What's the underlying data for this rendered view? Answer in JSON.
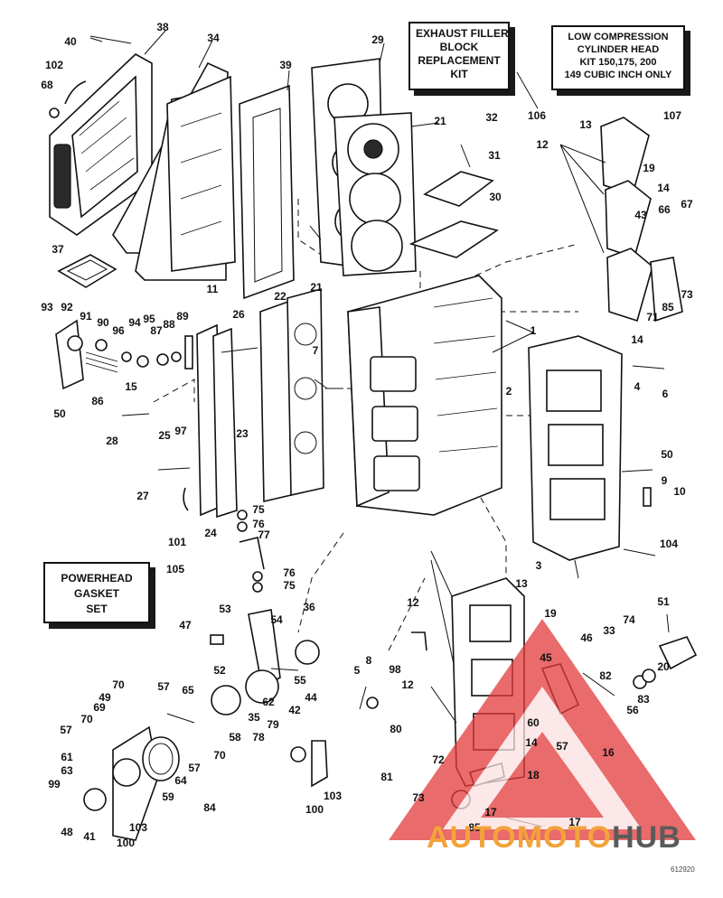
{
  "kits": {
    "exhaust": [
      "EXHAUST FILLER",
      "BLOCK",
      "REPLACEMENT",
      "KIT"
    ],
    "low_compression": [
      "LOW COMPRESSION",
      "CYLINDER HEAD",
      "KIT 150,175, 200",
      "149 CUBIC INCH ONLY"
    ],
    "powerhead_gasket": [
      "POWERHEAD",
      "GASKET",
      "SET"
    ]
  },
  "callouts": [
    {
      "id": "c40",
      "label": "40"
    },
    {
      "id": "c38",
      "label": "38"
    },
    {
      "id": "c34",
      "label": "34"
    },
    {
      "id": "c29",
      "label": "29"
    },
    {
      "id": "c102",
      "label": "102"
    },
    {
      "id": "c68",
      "label": "68"
    },
    {
      "id": "c39",
      "label": "39"
    },
    {
      "id": "c21a",
      "label": "21"
    },
    {
      "id": "c32",
      "label": "32"
    },
    {
      "id": "c106",
      "label": "106"
    },
    {
      "id": "c107",
      "label": "107"
    },
    {
      "id": "c13a",
      "label": "13"
    },
    {
      "id": "c12a",
      "label": "12"
    },
    {
      "id": "c19a",
      "label": "19"
    },
    {
      "id": "c31",
      "label": "31"
    },
    {
      "id": "c14a",
      "label": "14"
    },
    {
      "id": "c30",
      "label": "30"
    },
    {
      "id": "c43",
      "label": "43"
    },
    {
      "id": "c66",
      "label": "66"
    },
    {
      "id": "c67",
      "label": "67"
    },
    {
      "id": "c37",
      "label": "37"
    },
    {
      "id": "c11",
      "label": "11"
    },
    {
      "id": "c73a",
      "label": "73"
    },
    {
      "id": "c85a",
      "label": "85"
    },
    {
      "id": "c71",
      "label": "71"
    },
    {
      "id": "c14b",
      "label": "14"
    },
    {
      "id": "c93",
      "label": "93"
    },
    {
      "id": "c92",
      "label": "92"
    },
    {
      "id": "c91",
      "label": "91"
    },
    {
      "id": "c90",
      "label": "90"
    },
    {
      "id": "c94",
      "label": "94"
    },
    {
      "id": "c95",
      "label": "95"
    },
    {
      "id": "c89",
      "label": "89"
    },
    {
      "id": "c96",
      "label": "96"
    },
    {
      "id": "c87",
      "label": "87"
    },
    {
      "id": "c88",
      "label": "88"
    },
    {
      "id": "c26",
      "label": "26"
    },
    {
      "id": "c22",
      "label": "22"
    },
    {
      "id": "c21b",
      "label": "21"
    },
    {
      "id": "c1",
      "label": "1"
    },
    {
      "id": "c7",
      "label": "7"
    },
    {
      "id": "c6",
      "label": "6"
    },
    {
      "id": "c2",
      "label": "2"
    },
    {
      "id": "c4",
      "label": "4"
    },
    {
      "id": "c86",
      "label": "86"
    },
    {
      "id": "c15",
      "label": "15"
    },
    {
      "id": "c50a",
      "label": "50"
    },
    {
      "id": "c28",
      "label": "28"
    },
    {
      "id": "c25",
      "label": "25"
    },
    {
      "id": "c97",
      "label": "97"
    },
    {
      "id": "c23",
      "label": "23"
    },
    {
      "id": "c50b",
      "label": "50"
    },
    {
      "id": "c9",
      "label": "9"
    },
    {
      "id": "c10",
      "label": "10"
    },
    {
      "id": "c27",
      "label": "27"
    },
    {
      "id": "c75a",
      "label": "75"
    },
    {
      "id": "c76a",
      "label": "76"
    },
    {
      "id": "c77",
      "label": "77"
    },
    {
      "id": "c101",
      "label": "101"
    },
    {
      "id": "c24",
      "label": "24"
    },
    {
      "id": "c104",
      "label": "104"
    },
    {
      "id": "c3",
      "label": "3"
    },
    {
      "id": "c105",
      "label": "105"
    },
    {
      "id": "c76b",
      "label": "76"
    },
    {
      "id": "c75b",
      "label": "75"
    },
    {
      "id": "c13b",
      "label": "13"
    },
    {
      "id": "c12b",
      "label": "12"
    },
    {
      "id": "c36",
      "label": "36"
    },
    {
      "id": "c53",
      "label": "53"
    },
    {
      "id": "c19b",
      "label": "19"
    },
    {
      "id": "c51",
      "label": "51"
    },
    {
      "id": "c47",
      "label": "47"
    },
    {
      "id": "c54",
      "label": "54"
    },
    {
      "id": "c74",
      "label": "74"
    },
    {
      "id": "c46",
      "label": "46"
    },
    {
      "id": "c33",
      "label": "33"
    },
    {
      "id": "c52",
      "label": "52"
    },
    {
      "id": "c55",
      "label": "55"
    },
    {
      "id": "c8",
      "label": "8"
    },
    {
      "id": "c98",
      "label": "98"
    },
    {
      "id": "c45",
      "label": "45"
    },
    {
      "id": "c20",
      "label": "20"
    },
    {
      "id": "c5",
      "label": "5"
    },
    {
      "id": "c82",
      "label": "82"
    },
    {
      "id": "c70a",
      "label": "70"
    },
    {
      "id": "c57a",
      "label": "57"
    },
    {
      "id": "c65",
      "label": "65"
    },
    {
      "id": "c12c",
      "label": "12"
    },
    {
      "id": "c83",
      "label": "83"
    },
    {
      "id": "c49",
      "label": "49"
    },
    {
      "id": "c69",
      "label": "69"
    },
    {
      "id": "c62",
      "label": "62"
    },
    {
      "id": "c44",
      "label": "44"
    },
    {
      "id": "c56",
      "label": "56"
    },
    {
      "id": "c70b",
      "label": "70"
    },
    {
      "id": "c35",
      "label": "35"
    },
    {
      "id": "c60",
      "label": "60"
    },
    {
      "id": "c57b",
      "label": "57"
    },
    {
      "id": "c42",
      "label": "42"
    },
    {
      "id": "c79",
      "label": "79"
    },
    {
      "id": "c80",
      "label": "80"
    },
    {
      "id": "c58",
      "label": "58"
    },
    {
      "id": "c14c",
      "label": "14"
    },
    {
      "id": "c57c",
      "label": "57"
    },
    {
      "id": "c16",
      "label": "16"
    },
    {
      "id": "c78",
      "label": "78"
    },
    {
      "id": "c61",
      "label": "61"
    },
    {
      "id": "c70c",
      "label": "70"
    },
    {
      "id": "c72",
      "label": "72"
    },
    {
      "id": "c57d",
      "label": "57"
    },
    {
      "id": "c81",
      "label": "81"
    },
    {
      "id": "c63",
      "label": "63"
    },
    {
      "id": "c64",
      "label": "64"
    },
    {
      "id": "c18",
      "label": "18"
    },
    {
      "id": "c99",
      "label": "99"
    },
    {
      "id": "c59",
      "label": "59"
    },
    {
      "id": "c103a",
      "label": "103"
    },
    {
      "id": "c73b",
      "label": "73"
    },
    {
      "id": "c84",
      "label": "84"
    },
    {
      "id": "c100a",
      "label": "100"
    },
    {
      "id": "c17a",
      "label": "17"
    },
    {
      "id": "c48",
      "label": "48"
    },
    {
      "id": "c103b",
      "label": "103"
    },
    {
      "id": "c41",
      "label": "41"
    },
    {
      "id": "c100b",
      "label": "100"
    },
    {
      "id": "c85b",
      "label": "85"
    },
    {
      "id": "c17b",
      "label": "17"
    }
  ],
  "watermark": {
    "part1": "AUTO",
    "part2": "MOTO",
    "part3": "HUB"
  },
  "diagram_code": "612920",
  "colors": {
    "watermark_triangle": "#e23a3a",
    "watermark_orange": "#f2a33a",
    "watermark_gray": "#5a5a5a"
  }
}
